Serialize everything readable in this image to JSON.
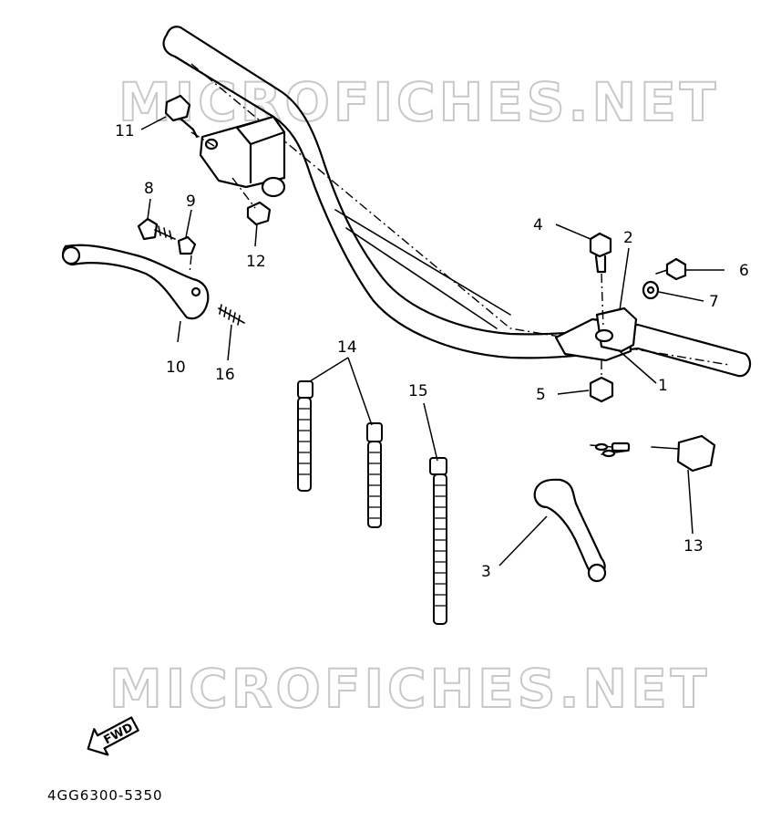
{
  "watermark": "MICROFICHES.NET",
  "part_code": "4GG6300-5350",
  "fwd_label": "FWD",
  "callouts": {
    "c1": "1",
    "c2": "2",
    "c3": "3",
    "c4": "4",
    "c5": "5",
    "c6": "6",
    "c7": "7",
    "c8": "8",
    "c9": "9",
    "c10": "10",
    "c11": "11",
    "c12": "12",
    "c13": "13",
    "c14": "14",
    "c15": "15",
    "c16": "16"
  }
}
